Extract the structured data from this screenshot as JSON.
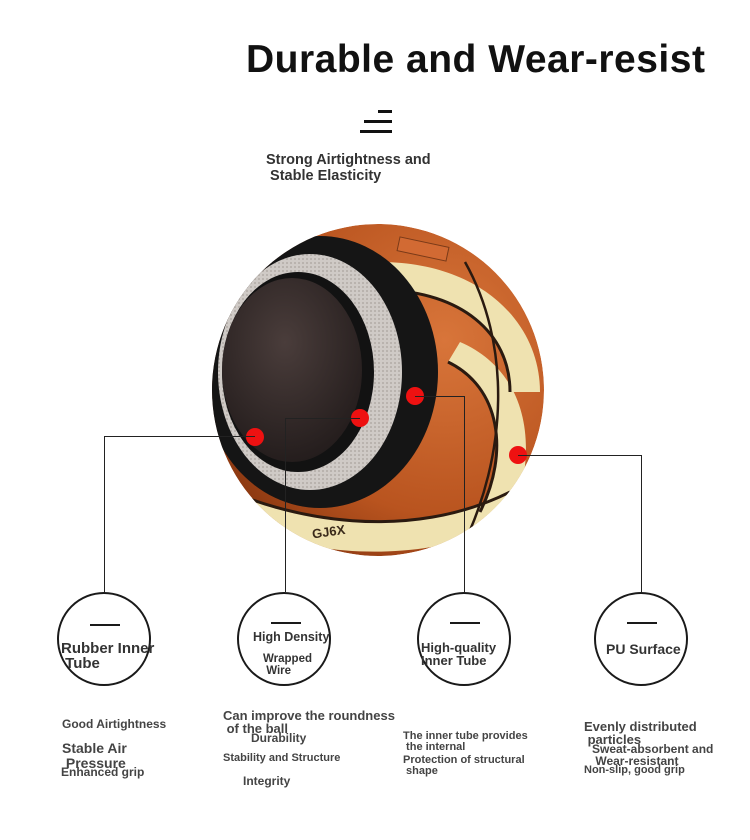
{
  "header": {
    "title": "Durable and Wear-resist",
    "subtitle": "Strong Airtightness and\n Stable Elasticity"
  },
  "ball": {
    "brand_mark": "GJ6X",
    "colors": {
      "leather": "#c4602a",
      "cream": "#efe2b0",
      "black": "#151515",
      "fabric": "#cfcac6",
      "marker": "#ee1111"
    }
  },
  "features": [
    {
      "label": "Rubber Inner\n Tube",
      "icon": "dash-icon"
    },
    {
      "label": "High Density",
      "sublabel": "Wrapped\n Wire",
      "icon": "dash-icon"
    },
    {
      "label": "High-quality\nInner Tube",
      "icon": "dash-icon"
    },
    {
      "label": "PU Surface",
      "icon": "dash-icon"
    }
  ],
  "descriptions": {
    "rubber": {
      "line1": "Good Airtightness",
      "line2": "Stable Air\n Pressure",
      "line3": "Enhanced grip"
    },
    "wire": {
      "line1": "Can improve the roundness\n of the ball",
      "line2": "Durability",
      "line3": "Stability and Structure",
      "line4": "Integrity"
    },
    "tube": {
      "line1": "The inner tube provides\n the internal",
      "line2": "Protection of structural\n shape"
    },
    "pu": {
      "line1": "Evenly distributed\n particles",
      "line2": "Sweat-absorbent and\n Wear-resistant",
      "line3": "Non-slip, good grip"
    }
  }
}
